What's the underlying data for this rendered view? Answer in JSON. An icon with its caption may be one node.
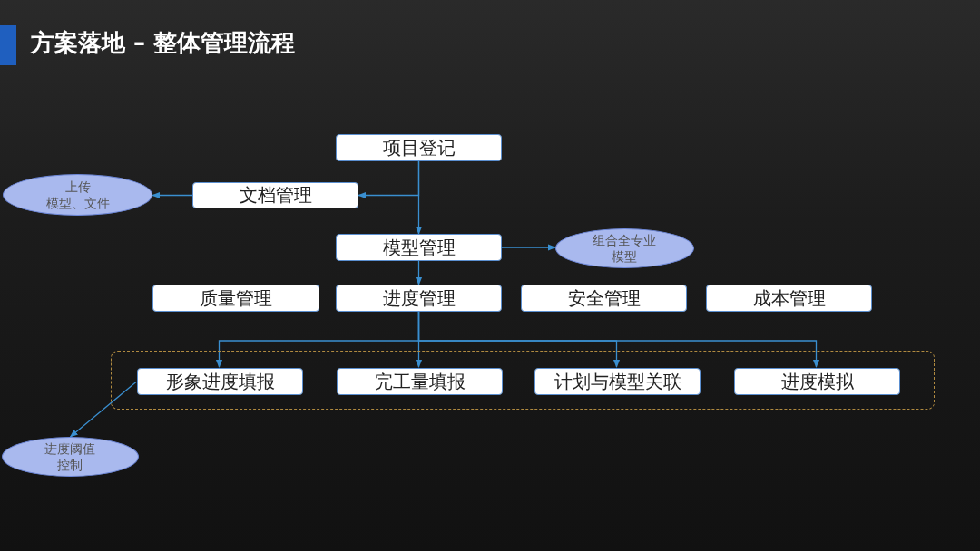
{
  "diagram": {
    "title": "方案落地 – 整体管理流程",
    "nodes": [
      {
        "text": [
          "项目登记"
        ]
      },
      {
        "text": [
          "上传",
          "模型、文件"
        ]
      },
      {
        "text": [
          "文档管理"
        ]
      },
      {
        "text": [
          "模型管理"
        ]
      },
      {
        "text": [
          "组合全专业模型"
        ]
      },
      {
        "text": [
          "质量管理"
        ]
      },
      {
        "text": [
          "进度管理"
        ]
      },
      {
        "text": [
          "安全管理"
        ]
      },
      {
        "text": [
          "成本管理"
        ]
      },
      {
        "text": [],
        "shape": "box"
      },
      {
        "text": [
          "形象进度填报"
        ],
        "in": 9
      },
      {
        "text": [
          "完工量填报"
        ],
        "in": 9
      },
      {
        "text": [
          "计划与模型关联"
        ],
        "in": 9
      },
      {
        "text": [
          "进度模拟"
        ],
        "in": 9
      },
      {
        "text": [
          "进度阈值控制"
        ]
      }
    ],
    "edges": [
      {
        "from": 0,
        "to": 2,
        "arrow": "to"
      },
      {
        "from": 0,
        "to": 3,
        "arrow": "to"
      },
      {
        "from": 2,
        "to": 1,
        "arrow": "to"
      },
      {
        "from": 3,
        "to": 4,
        "arrow": "to"
      },
      {
        "from": 3,
        "to": 6,
        "arrow": "to"
      },
      {
        "from": 6,
        "to": 10,
        "arrow": "to"
      },
      {
        "from": 6,
        "to": 11,
        "arrow": "to"
      },
      {
        "from": 6,
        "to": 12,
        "arrow": "to"
      },
      {
        "from": 6,
        "to": 13,
        "arrow": "to"
      },
      {
        "from": 10,
        "to": 14,
        "arrow": "to"
      }
    ]
  }
}
